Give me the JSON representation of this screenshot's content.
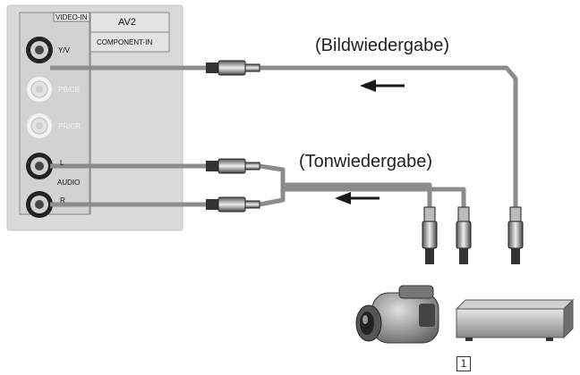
{
  "panel": {
    "video_in_label": "VIDEO-IN",
    "input_name": "AV2",
    "component_label": "COMPONENT-IN",
    "jacks": {
      "y_v": "Y/V",
      "pb_cb": "PB/CB",
      "pr_cr": "PR/CR",
      "audio_l": "L",
      "audio": "AUDIO",
      "audio_r": "R"
    }
  },
  "labels": {
    "video": "(Bildwiedergabe)",
    "audio": "(Tonwiedergabe)",
    "device_number": "1"
  },
  "colors": {
    "panel_bg": "#dcdcdc",
    "cable": "#8c8c8c",
    "arrow": "#1a1a1a",
    "text": "#222222"
  }
}
